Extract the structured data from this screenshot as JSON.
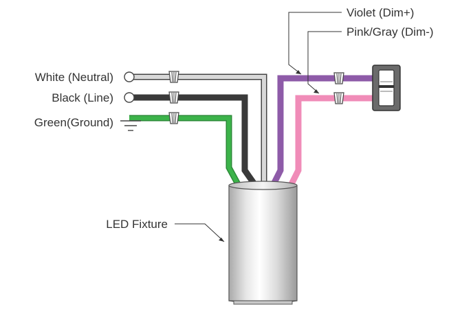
{
  "labels": {
    "white": "White (Neutral)",
    "black": "Black (Line)",
    "green": "Green(Ground)",
    "violet": "Violet (Dim+)",
    "pink": "Pink/Gray (Dim-)",
    "fixture": "LED Fixture"
  },
  "colors": {
    "white_wire": "#d9d9d9",
    "black_wire": "#3a3a3a",
    "green_wire": "#3cb34a",
    "violet_wire": "#8e5ba8",
    "pink_wire": "#f08cb8",
    "dimmer_body": "#6b6b6b",
    "fixture_body": "#d6d6d6"
  }
}
